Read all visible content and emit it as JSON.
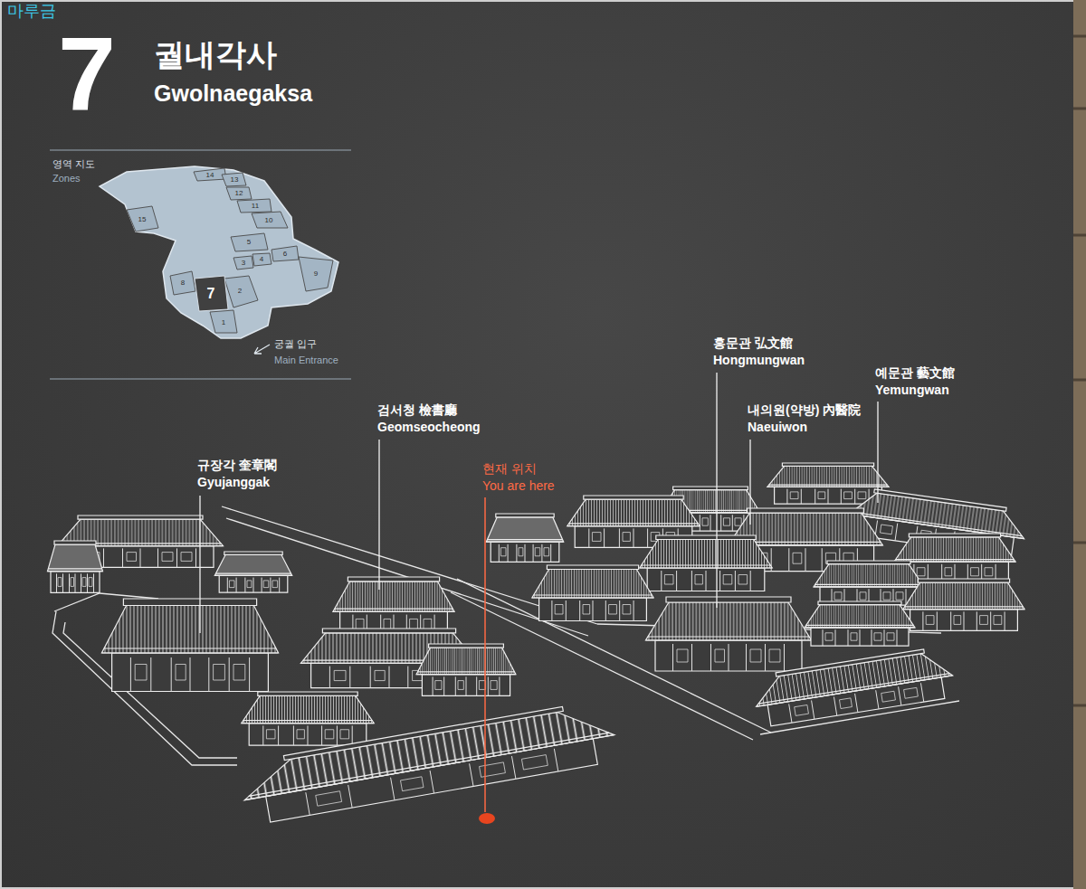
{
  "diagram": {
    "title": "궐내각사",
    "labels": [
      "마루금",
      "7",
      "Gwolnaegaksa",
      "영역 지도",
      "Zones",
      "14",
      "13",
      "12",
      "11",
      "10",
      "15",
      "5",
      "3",
      "4",
      "6",
      "9",
      "8",
      "7",
      "2",
      "1",
      "궁궐 입구",
      "Main Entrance",
      "규장각 奎章閣",
      "Gyujanggak",
      "검서청 檢書廳",
      "Geomseocheong",
      "현재 위치",
      "You are here",
      "홍문관 弘文館",
      "Hongmungwan",
      "내의원(약방) 內醫院",
      "Naeuiwon",
      "예문관 藝文館",
      "Yemungwan"
    ]
  }
}
